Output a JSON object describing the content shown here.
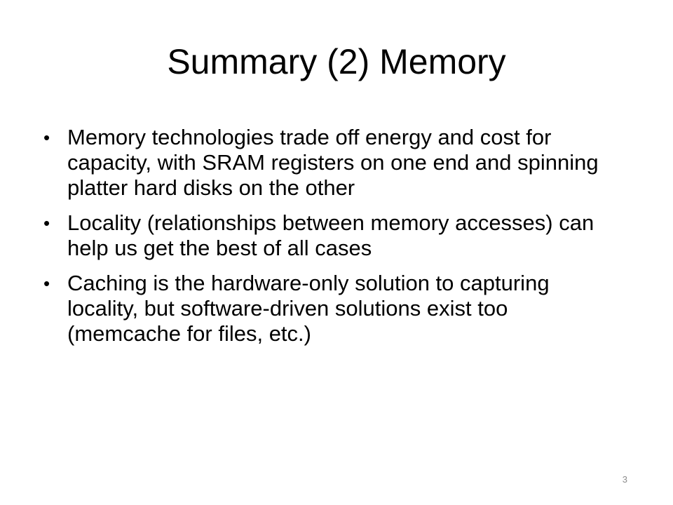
{
  "slide": {
    "title": "Summary (2) Memory",
    "bullets": [
      "Memory technologies trade off energy and cost for capacity, with SRAM registers on one end and spinning platter hard disks on the other",
      "Locality (relationships between memory accesses) can help us get the best of all cases",
      "Caching is the hardware-only solution to capturing locality, but software-driven solutions exist too (memcache for files, etc.)"
    ],
    "bullet_symbol": "•",
    "page_number": "3"
  },
  "colors": {
    "background": "#ffffff",
    "text": "#000000",
    "page_number": "#8c8c8c"
  }
}
